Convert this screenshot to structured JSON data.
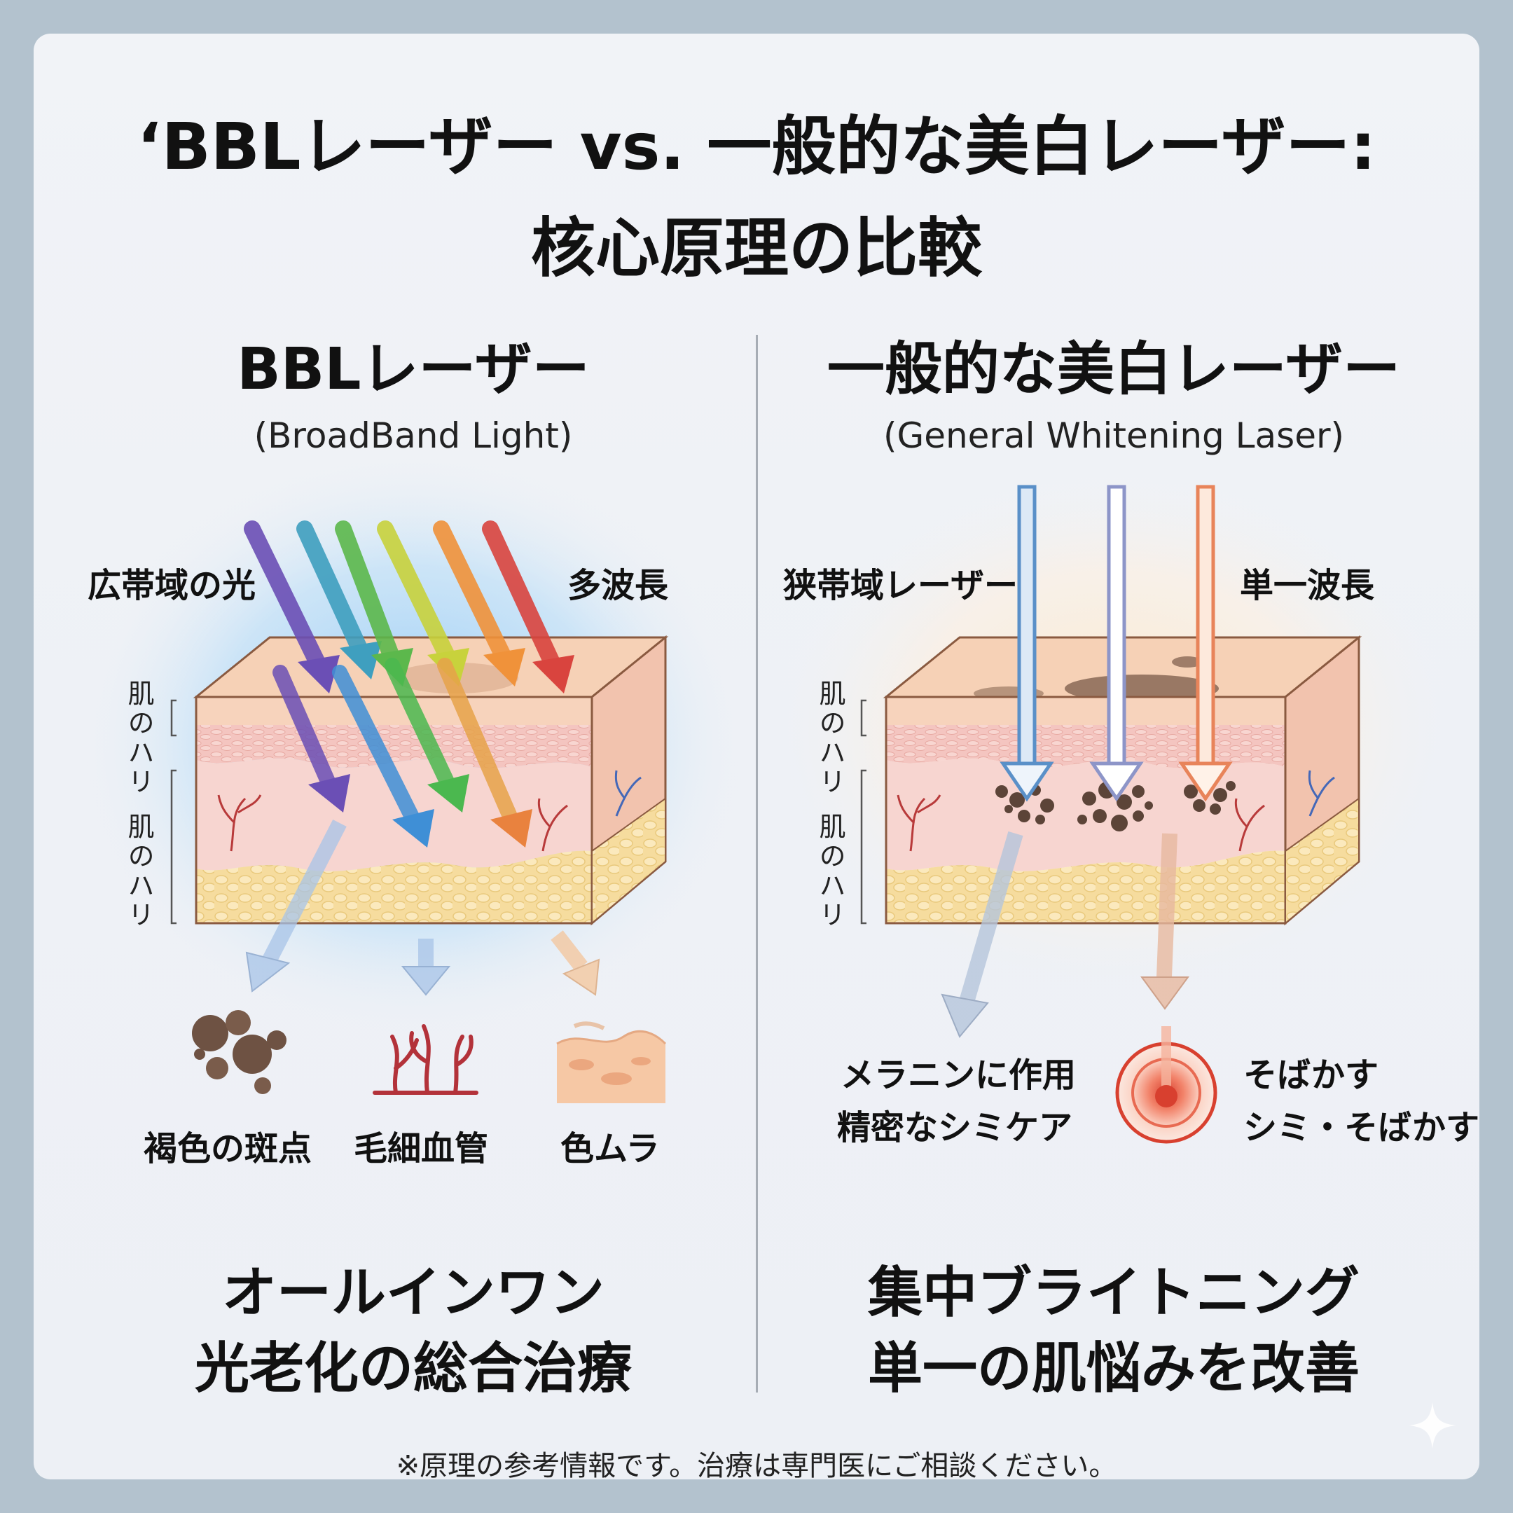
{
  "title": {
    "line1": "‘BBLレーザー vs. 一般的な美白レーザー:",
    "line2": "核心原理の比較"
  },
  "left": {
    "heading": "BBLレーザー",
    "subheading": "(BroadBand Light)",
    "label_left": "広帯域の光",
    "label_right": "多波長",
    "layer_label_1": "肌のハリ",
    "layer_label_2": "肌のハリ",
    "targets": [
      "褐色の斑点",
      "毛細血管",
      "色ムラ"
    ],
    "caption_line1": "オールインワン",
    "caption_line2": "光老化の総合治療",
    "beam_colors": [
      "#6b4fb5",
      "#3f8fd6",
      "#4bb84f",
      "#d9cf3a",
      "#f0923a",
      "#d9443e"
    ]
  },
  "right": {
    "heading": "一般的な美白レーザー",
    "subheading": "(General Whitening Laser)",
    "label_left": "狭帯域レーザー",
    "label_right": "単一波長",
    "layer_label_1": "肌のハリ",
    "layer_label_2": "肌のハリ",
    "result_left_line1": "メラニンに作用",
    "result_left_line2": "精密なシミケア",
    "result_right_line1": "そばかす",
    "result_right_line2": "シミ・そばかす",
    "caption_line1": "集中ブライトニング",
    "caption_line2": "単一の肌悩みを改善",
    "beam_colors": [
      "#5a90c8",
      "#9aa6d8",
      "#e8845a"
    ]
  },
  "footer": "※原理の参考情報です。治療は専門医にご相談ください。"
}
